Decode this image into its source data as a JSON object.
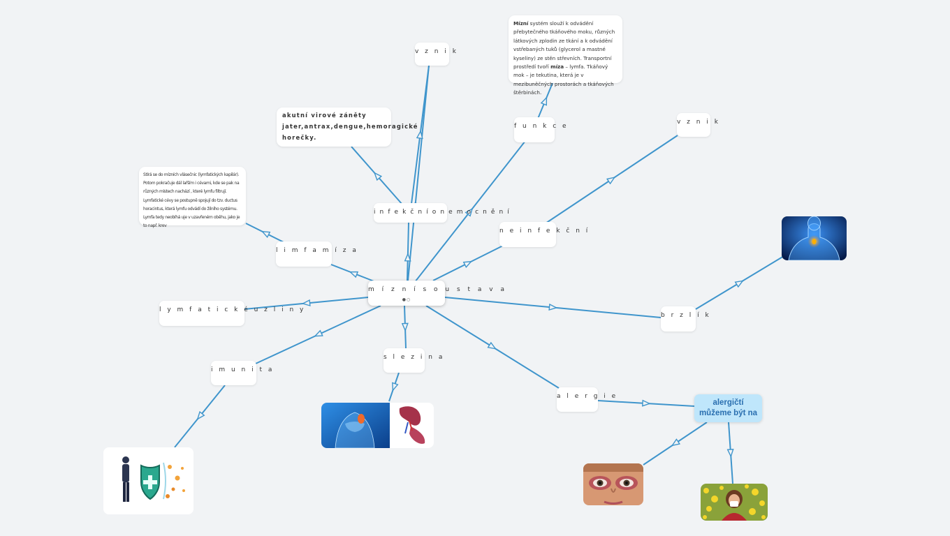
{
  "root": {
    "label": "m í z n í s o u s t a v a",
    "icon": "link-dots-icon"
  },
  "nodes": {
    "vznik_top": "v z n i k",
    "funkce": "f u n k c e",
    "vznik_right": "v z n i k",
    "infekcni": "i n f e k č n í o n e m o c n ě n í",
    "neinfekcni": "n e i n f e k č n í",
    "limfamiza": "l i m  f a  m  í z a",
    "lymfaticke": "l y m  f a t i c k é  u z l i n y",
    "imunita": "i m  u n i t a",
    "slezina": "s l e z i n a",
    "brzlik": "b r z l í k",
    "alergie": "a l e r g i e"
  },
  "notes": {
    "akutni": [
      "akutní virové záněty",
      "jater,antrax,dengue,hemoragické",
      "horečky."
    ],
    "lymph_bold": "Mízní",
    "lymph_text_1": " systém slouží k odvádění přebytečného tkáňového moku, různých látkových zplodin ze tkání a k odvádění vstřebaných tuků (glycerol a mastné kyseliny) ze stěn střevních. Transportní prostředí tvoří ",
    "lymph_bold_2": "míza",
    "lymph_text_2": " – lymfa. Tkáňový mok – je tekutina, která je v mezibuněčných prostorách a tkáňových štěrbinách.",
    "miza_note": "Stírá se do mízních vlásečnic (lymfatických kapilár). Potom pokračuje dál lařším i cévami, kde se pak na různých místech nachází , které lymfu filtrují. Lymfatické cévy se postupně spojují do tzv. ductus horacintus, která lymfu odvádí do žilního systému. Lymfa tedy neobíhá uje v uzavřeném oběhu, jako je to např. krev"
  },
  "highlight": {
    "line1": "alergičtí",
    "line2": "můžeme být na"
  },
  "images": {
    "thymus": "thymus-body-illustration",
    "spleen": "spleen-anatomy-illustration",
    "immunity": "man-with-shield-illustration",
    "eyes": "red-eyes-allergy-photo",
    "pollen": "woman-sneezing-field-photo"
  },
  "colors": {
    "edge": "#3f95cc",
    "background": "#f1f3f5",
    "highlight": "#bfe6fb",
    "highlight_text": "#2a6fb0"
  }
}
